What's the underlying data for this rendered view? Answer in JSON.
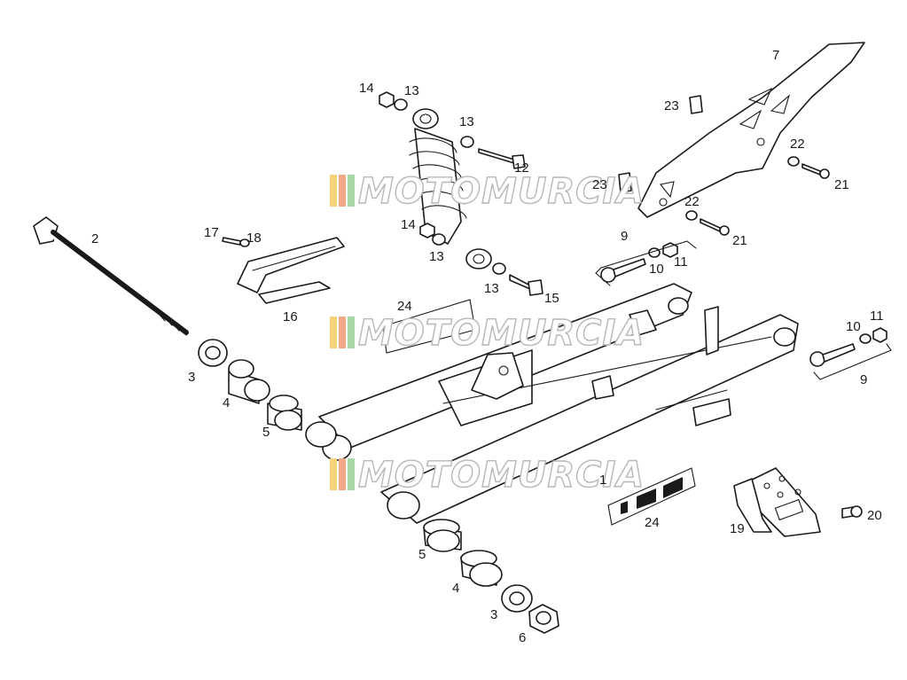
{
  "labels": [
    "1",
    "2",
    "3",
    "4",
    "5",
    "3",
    "4",
    "5",
    "6",
    "7",
    "9",
    "10",
    "11",
    "9",
    "10",
    "11",
    "12",
    "13",
    "13",
    "13",
    "13",
    "14",
    "14",
    "15",
    "16",
    "17",
    "18",
    "19",
    "20",
    "21",
    "21",
    "22",
    "22",
    "23",
    "23",
    "24",
    "24"
  ],
  "watermark": {
    "text": "MOTOMURCIA"
  },
  "colors": {
    "line": "#1a1a1a",
    "watermark_outline": "#b8b8b8",
    "stripe1": "#f4d37a",
    "stripe2": "#f2a98a",
    "stripe3": "#a8d8a8"
  }
}
